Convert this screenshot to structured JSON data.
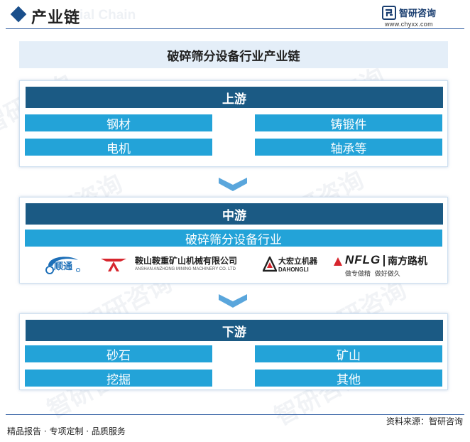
{
  "header": {
    "title": "产业链",
    "ghost_text": "ial Chain",
    "brand_name": "智研咨询",
    "brand_url": "www.chyxx.com"
  },
  "watermark": "智研咨询",
  "diagram_title": "破碎筛分设备行业产业链",
  "upstream": {
    "title": "上游",
    "items": [
      "钢材",
      "铸锻件",
      "电机",
      "轴承等"
    ]
  },
  "midstream": {
    "title": "中游",
    "industry": "破碎筛分设备行业",
    "logos": {
      "shuntong": "顺通",
      "anzhong": {
        "cn": "鞍山鞍重矿山机械有限公司",
        "en": "ANSHAN ANZHONG MINING MACHINERY CO. LTD"
      },
      "dahongli": {
        "cn": "大宏立机器",
        "en": "DAHONGLI"
      },
      "nflg": {
        "mark": "NFLG",
        "cn": "南方路机",
        "slogan": "做专做精  做好做久"
      }
    }
  },
  "downstream": {
    "title": "下游",
    "items": [
      "砂石",
      "矿山",
      "挖掘",
      "其他"
    ]
  },
  "footer": {
    "left": "精品报告 · 专项定制 · 品质服务",
    "right": "资料来源：智研咨询"
  },
  "colors": {
    "primary": "#1b5a84",
    "item": "#23a3d8",
    "banner": "#e4eef8",
    "arrow": "#5aa6dc"
  }
}
